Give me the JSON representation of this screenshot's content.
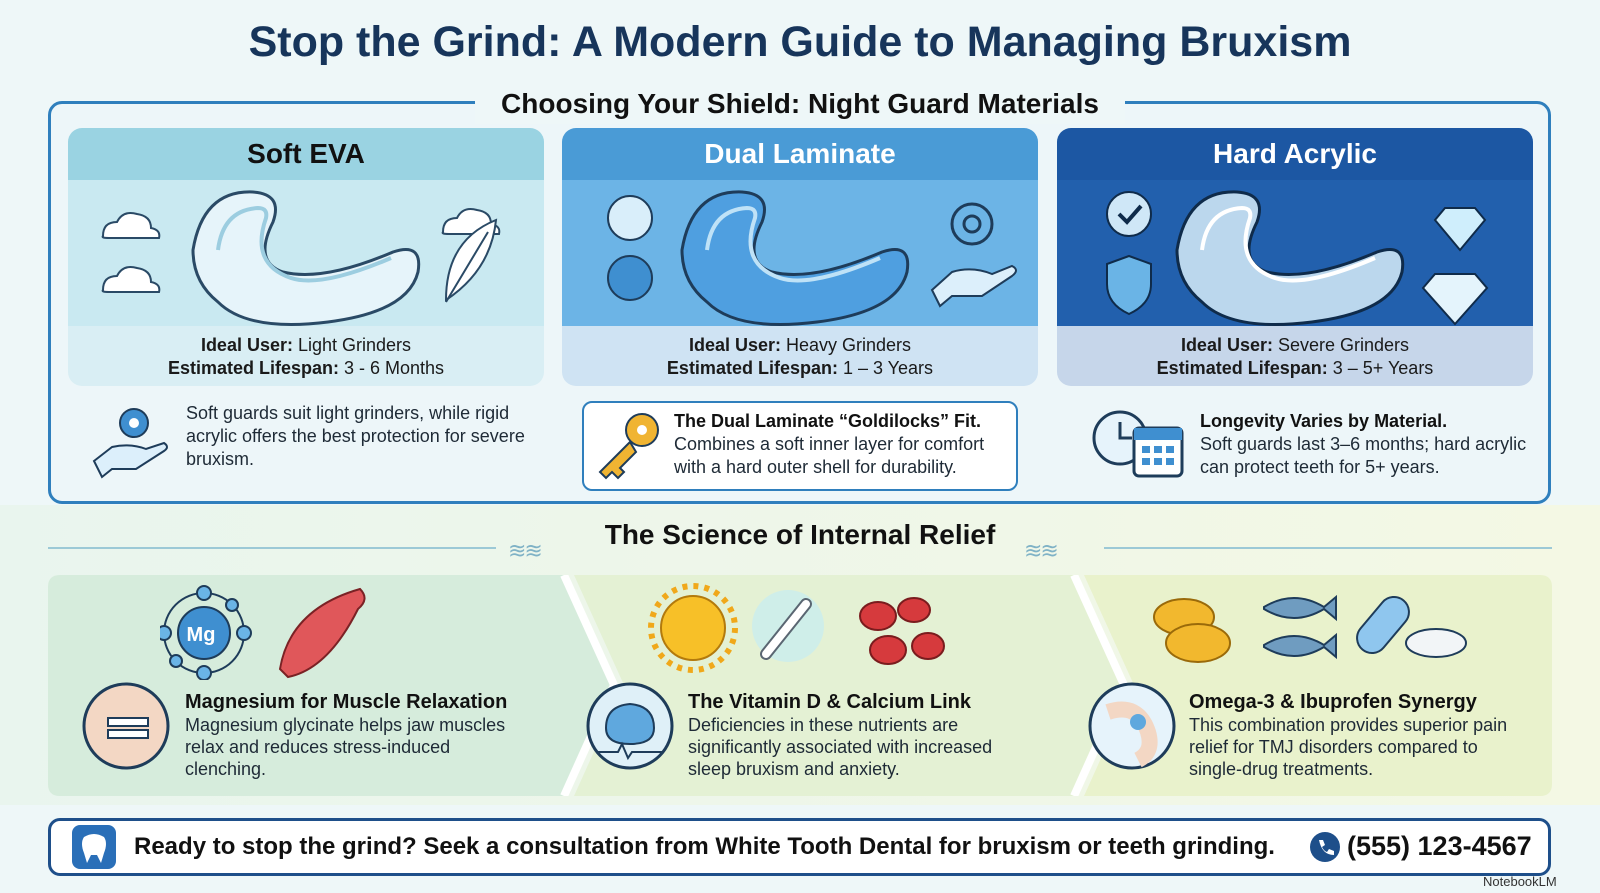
{
  "title": "Stop the Grind: A Modern Guide to Managing Bruxism",
  "section1": {
    "title": "Choosing Your Shield: Night Guard Materials",
    "cards": [
      {
        "name": "Soft EVA",
        "ideal_label": "Ideal User:",
        "ideal_value": " Light Grinders",
        "life_label": "Estimated Lifespan:",
        "life_value": " 3 - 6 Months"
      },
      {
        "name": "Dual Laminate",
        "ideal_label": "Ideal User:",
        "ideal_value": " Heavy Grinders",
        "life_label": "Estimated Lifespan:",
        "life_value": " 1 – 3 Years"
      },
      {
        "name": "Hard Acrylic",
        "ideal_label": "Ideal User:",
        "ideal_value": " Severe Grinders",
        "life_label": "Estimated Lifespan:",
        "life_value": " 3 – 5+ Years"
      }
    ],
    "notes": [
      {
        "title": "",
        "text": "Soft guards suit light grinders, while rigid acrylic offers the best protection for severe bruxism."
      },
      {
        "title": "The Dual Laminate “Goldilocks” Fit.",
        "text": "Combines a soft inner layer for comfort with a hard outer shell for durability."
      },
      {
        "title": "Longevity Varies by Material.",
        "text": "Soft guards last 3–6 months; hard acrylic can protect teeth for 5+ years."
      }
    ]
  },
  "section2": {
    "title": "The Science of Internal Relief",
    "mg_label": "Mg",
    "items": [
      {
        "title": "Magnesium for Muscle Relaxation",
        "text": "Magnesium glycinate helps jaw muscles relax and reduces stress-induced clenching."
      },
      {
        "title": "The Vitamin D & Calcium Link",
        "text": "Deficiencies in these nutrients are significantly associated with increased sleep bruxism and anxiety."
      },
      {
        "title": "Omega-3 & Ibuprofen Synergy",
        "text": "This combination provides superior pain relief for TMJ disorders compared to single-drug treatments."
      }
    ]
  },
  "cta": {
    "text": "Ready to stop the grind? Seek a consultation from White Tooth Dental for bruxism or teeth grinding.",
    "phone": "(555) 123-4567"
  },
  "brand": "NotebookLM",
  "colors": {
    "title": "#17355b",
    "accent": "#2f7fbd",
    "soft": "#9ad3e2",
    "dual": "#4a9bd6",
    "hard": "#1c57a3",
    "cta_border": "#1e4f8a"
  }
}
